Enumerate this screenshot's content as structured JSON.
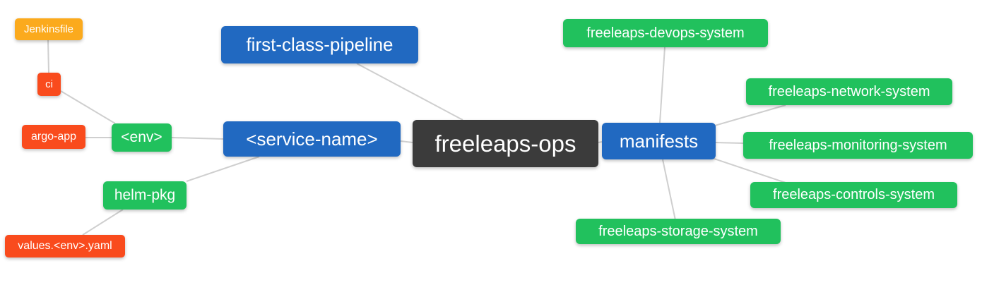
{
  "diagram": {
    "type": "mindmap",
    "colors": {
      "blue": "#2169c1",
      "green": "#21c15d",
      "red": "#f94b1d",
      "orange": "#fbaa1d",
      "dark": "#3b3b3b",
      "edge": "#cfcfcf",
      "text": "#ffffff",
      "background": "#ffffff"
    },
    "nodes": [
      {
        "id": "jenkinsfile",
        "label": "Jenkinsfile",
        "color": "orange"
      },
      {
        "id": "ci",
        "label": "ci",
        "color": "red"
      },
      {
        "id": "argo-app",
        "label": "argo-app",
        "color": "red"
      },
      {
        "id": "env",
        "label": "<env>",
        "color": "green"
      },
      {
        "id": "helm-pkg",
        "label": "helm-pkg",
        "color": "green"
      },
      {
        "id": "values-env-yaml",
        "label": "values.<env>.yaml",
        "color": "red"
      },
      {
        "id": "first-class-pipeline",
        "label": "first-class-pipeline",
        "color": "blue"
      },
      {
        "id": "service-name",
        "label": "<service-name>",
        "color": "blue"
      },
      {
        "id": "freeleaps-ops",
        "label": "freeleaps-ops",
        "color": "dark"
      },
      {
        "id": "manifests",
        "label": "manifests",
        "color": "blue"
      },
      {
        "id": "freeleaps-devops-system",
        "label": "freeleaps-devops-system",
        "color": "green"
      },
      {
        "id": "freeleaps-network-system",
        "label": "freeleaps-network-system",
        "color": "green"
      },
      {
        "id": "freeleaps-monitoring-system",
        "label": "freeleaps-monitoring-system",
        "color": "green"
      },
      {
        "id": "freeleaps-controls-system",
        "label": "freeleaps-controls-system",
        "color": "green"
      },
      {
        "id": "freeleaps-storage-system",
        "label": "freeleaps-storage-system",
        "color": "green"
      }
    ],
    "edges": [
      {
        "from": "jenkinsfile",
        "to": "ci"
      },
      {
        "from": "ci",
        "to": "env"
      },
      {
        "from": "argo-app",
        "to": "env"
      },
      {
        "from": "env",
        "to": "service-name"
      },
      {
        "from": "service-name",
        "to": "helm-pkg"
      },
      {
        "from": "helm-pkg",
        "to": "values-env-yaml"
      },
      {
        "from": "first-class-pipeline",
        "to": "freeleaps-ops"
      },
      {
        "from": "service-name",
        "to": "freeleaps-ops"
      },
      {
        "from": "freeleaps-ops",
        "to": "manifests"
      },
      {
        "from": "manifests",
        "to": "freeleaps-devops-system"
      },
      {
        "from": "manifests",
        "to": "freeleaps-network-system"
      },
      {
        "from": "manifests",
        "to": "freeleaps-monitoring-system"
      },
      {
        "from": "manifests",
        "to": "freeleaps-controls-system"
      },
      {
        "from": "manifests",
        "to": "freeleaps-storage-system"
      }
    ]
  }
}
